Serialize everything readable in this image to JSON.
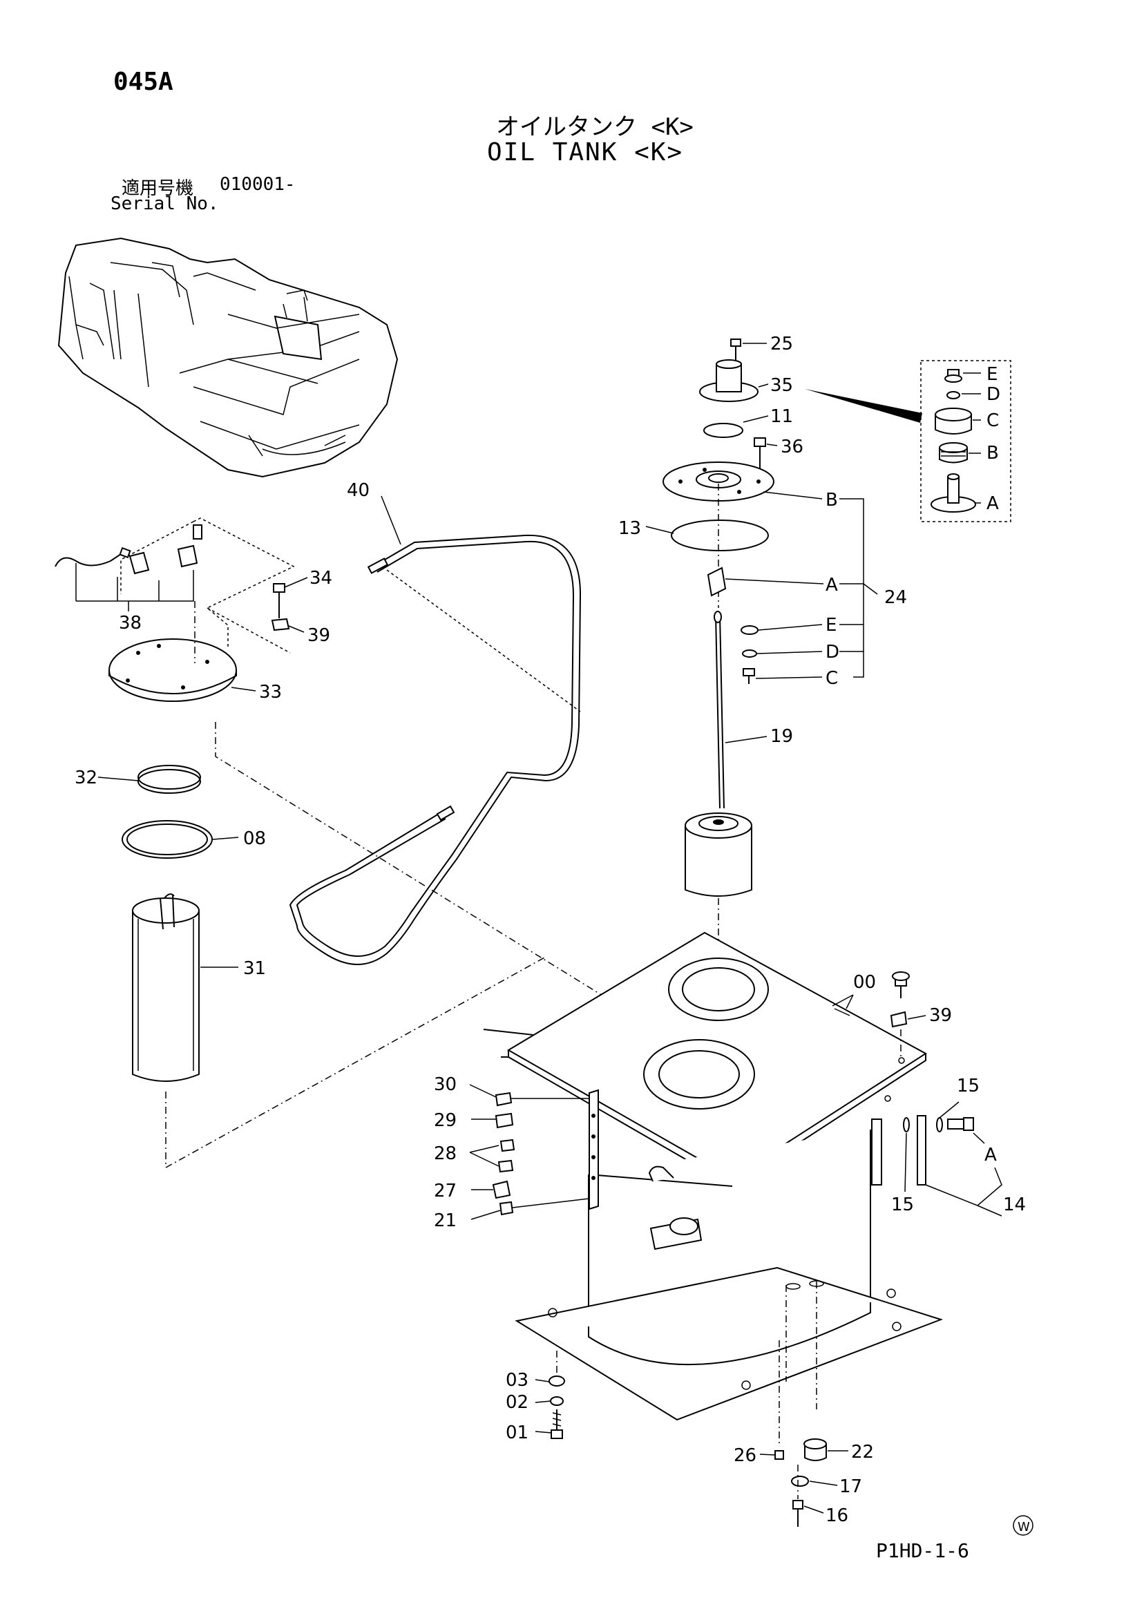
{
  "header": {
    "page_code": "045A",
    "title_jp": "オイルタンク <K>",
    "title_en": "OIL TANK <K>",
    "serial_label_jp": "適用号機",
    "serial_value": "010001-",
    "serial_label_en": "Serial No."
  },
  "footer": {
    "doc_code": "P1HD-1-6",
    "mark": "W"
  },
  "callouts": {
    "c25": "25",
    "c35": "35",
    "c11": "11",
    "c36": "36",
    "cB": "B",
    "c13": "13",
    "cA": "A",
    "c24": "24",
    "cE": "E",
    "cD": "D",
    "cC": "C",
    "c19": "19",
    "c40": "40",
    "c34": "34",
    "c39": "39",
    "c38": "38",
    "c33": "33",
    "c32": "32",
    "c08": "08",
    "c31": "31",
    "c00": "00",
    "c39b": "39",
    "c15": "15",
    "c15b": "15",
    "cA2": "A",
    "c14": "14",
    "c30": "30",
    "c29": "29",
    "c28": "28",
    "c27": "27",
    "c21": "21",
    "c03": "03",
    "c02": "02",
    "c01": "01",
    "c26": "26",
    "c22": "22",
    "c17": "17",
    "c16": "16"
  },
  "detail_legend": [
    "E",
    "D",
    "C",
    "B",
    "A"
  ]
}
